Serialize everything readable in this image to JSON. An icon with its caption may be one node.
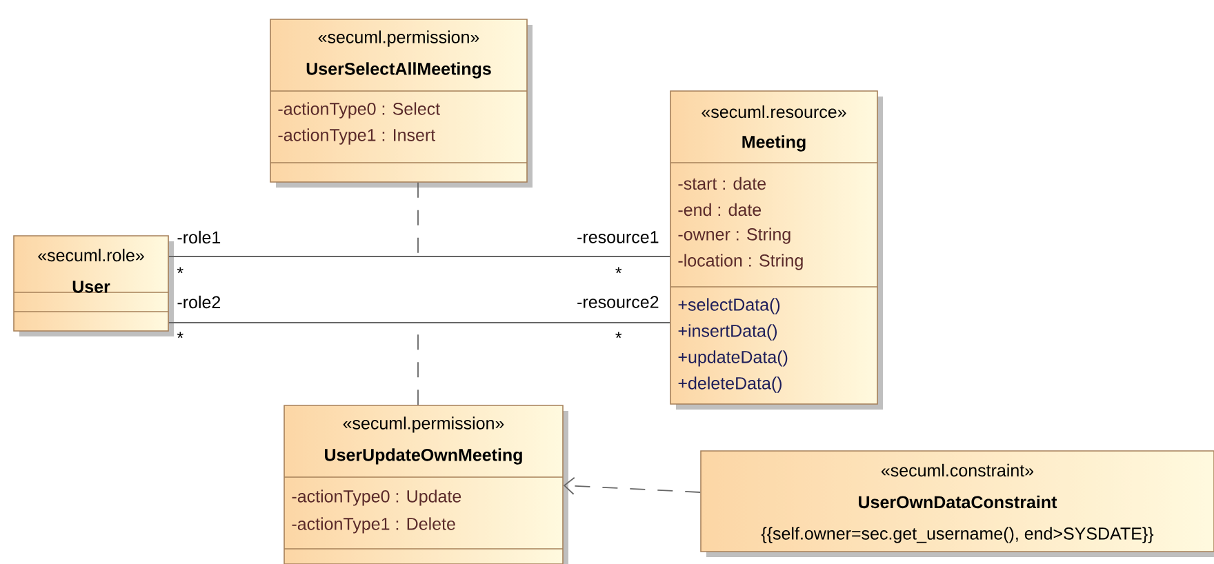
{
  "diagram": {
    "nodes": [
      {
        "text": [
          "«secuml.permission»",
          "UserSelectAllMeetings",
          "-actionType0 : Select",
          "-actionType1 : Insert"
        ]
      },
      {
        "text": [
          "«secuml.resource»",
          "Meeting",
          "-start : date",
          "-end : date",
          "-owner : String",
          "-location : String",
          "+selectData()",
          "+insertData()",
          "+updateData()",
          "+deleteData()"
        ]
      },
      {
        "text": [
          "«secuml.role»",
          "User"
        ]
      },
      {
        "text": [
          "«secuml.permission»",
          "UserUpdateOwnMeeting",
          "-actionType0 : Update",
          "-actionType1 : Delete"
        ]
      },
      {
        "text": [
          "«secuml.constraint»",
          "UserOwnDataConstraint",
          "{{self.owner=sec.get_username(), end>SYSDATE}}"
        ]
      }
    ],
    "edges": [
      {
        "from": 2,
        "to": 1,
        "arrow": "none"
      },
      {
        "from": 2,
        "to": 1,
        "arrow": "none"
      },
      {
        "from": 0,
        "to": null,
        "arrow": "none",
        "style": "dashed"
      },
      {
        "from": 3,
        "to": null,
        "arrow": "none",
        "style": "dashed"
      },
      {
        "from": 4,
        "to": 3,
        "arrow": "to",
        "style": "dashed"
      }
    ],
    "labels": [
      "-role1",
      "-resource1",
      "*",
      "*",
      "-role2",
      "-resource2",
      "*",
      "*"
    ]
  }
}
